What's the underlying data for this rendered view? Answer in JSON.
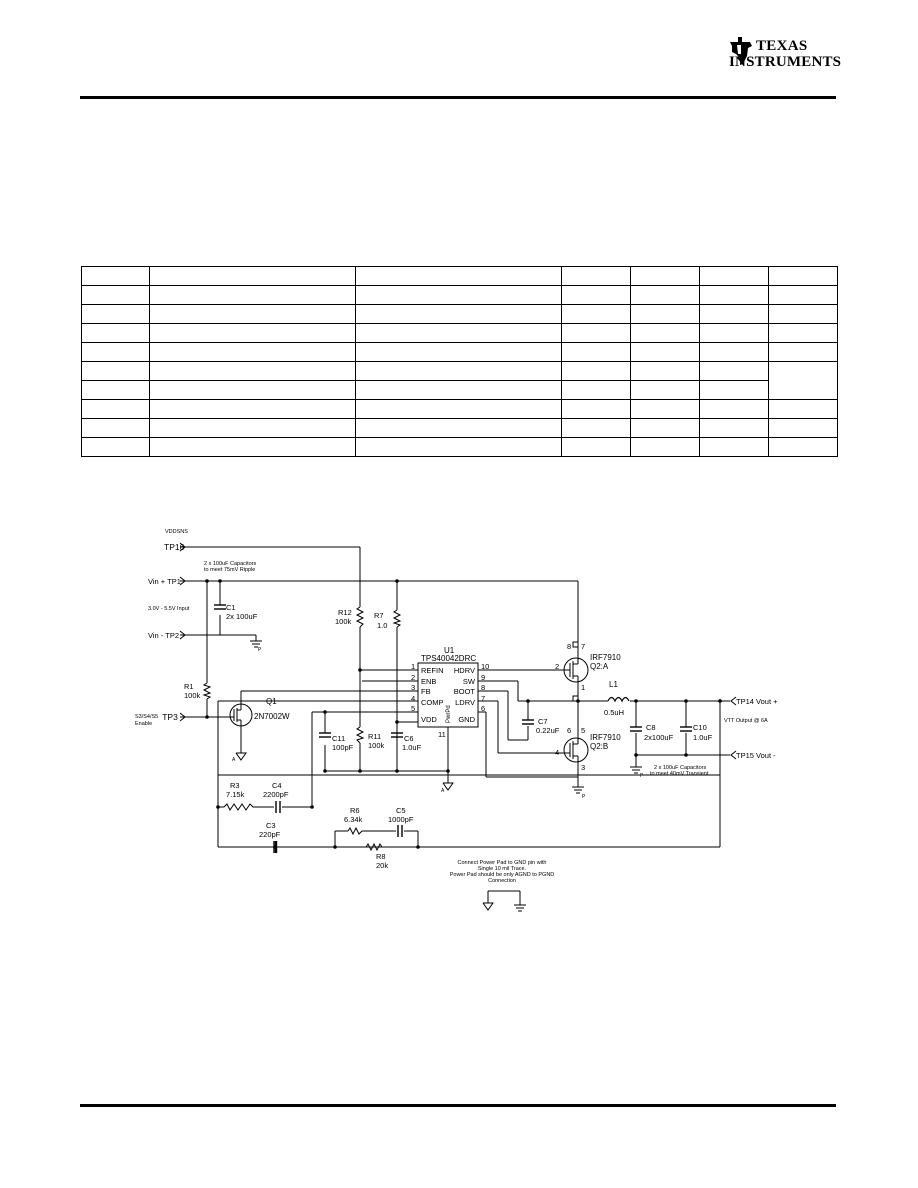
{
  "header": {
    "brand_line1": "TEXAS",
    "brand_line2": "INSTRUMENTS"
  },
  "table": {
    "rows": [
      [
        "",
        "",
        "",
        "",
        "",
        "",
        ""
      ],
      [
        "",
        "",
        "",
        "",
        "",
        "",
        ""
      ],
      [
        "",
        "",
        "",
        "",
        "",
        "",
        ""
      ],
      [
        "",
        "",
        "",
        "",
        "",
        "",
        ""
      ],
      [
        "",
        "",
        "",
        "",
        "",
        "",
        ""
      ],
      [
        "",
        "",
        "",
        "",
        "",
        "",
        ""
      ],
      [
        "",
        "",
        "",
        "",
        "",
        ""
      ],
      [
        "",
        "",
        "",
        "",
        "",
        "",
        ""
      ],
      [
        "",
        "",
        "",
        "",
        "",
        "",
        ""
      ],
      [
        "",
        "",
        "",
        "",
        "",
        "",
        ""
      ]
    ]
  },
  "schematic": {
    "net_vddsns": "VDDSNS",
    "tp16": "TP16",
    "tp1": "Vin + TP1",
    "tp2": "Vin - TP2",
    "tp3": "TP3",
    "tp14": "TP14 Vout +",
    "tp15": "TP15 Vout -",
    "enable_label_1": "S3/S4/S5",
    "enable_label_2": "Enable",
    "input_range": "3.0V - 5.5V Input",
    "note_input_1": "2 x 100uF Capacitors",
    "note_input_2": "to meet 75mV Ripple",
    "note_output_1": "2 x 100uF Capacitors",
    "note_output_2": "to meet 40mV Transient",
    "vtt_output": "VTT Output @ 6A",
    "note_pad_1": "Connect Power Pad to GND pin with",
    "note_pad_2": "Single 10 mil Trace.",
    "note_pad_3": "Power Pad should be only AGND to PGND",
    "note_pad_4": "Connection",
    "u1_ref": "U1",
    "u1_part": "TPS40042DRC",
    "u1_pins_left": [
      {
        "num": "1",
        "name": "REFIN"
      },
      {
        "num": "2",
        "name": "ENB"
      },
      {
        "num": "3",
        "name": "FB"
      },
      {
        "num": "4",
        "name": "COMP"
      },
      {
        "num": "5",
        "name": "VDD"
      }
    ],
    "u1_pins_right": [
      {
        "num": "10",
        "name": "HDRV"
      },
      {
        "num": "9",
        "name": "SW"
      },
      {
        "num": "8",
        "name": "BOOT"
      },
      {
        "num": "7",
        "name": "LDRV"
      },
      {
        "num": "6",
        "name": "GND"
      }
    ],
    "u1_pad_label": "PwrPd",
    "u1_pad_pin": "11",
    "c1": "C1",
    "c1_val": "2x 100uF",
    "r1": "R1",
    "r1_val": "100k",
    "q1": "Q1",
    "q1_val": "2N7002W",
    "r12": "R12",
    "r12_val": "100k",
    "r7": "R7",
    "r7_val": "1.0",
    "c11": "C11",
    "c11_val": "100pF",
    "r11": "R11",
    "r11_val": "100k",
    "c6": "C6",
    "c6_val": "1.0uF",
    "c7": "C7",
    "c7_val": "0.22uF",
    "q2a_ref": "IRF7910",
    "q2a_val": "Q2:A",
    "q2b_ref": "IRF7910",
    "q2b_val": "Q2:B",
    "q2a_pins": [
      "8",
      "7",
      "2",
      "1"
    ],
    "q2b_pins": [
      "6",
      "5",
      "4",
      "3"
    ],
    "l1": "L1",
    "l1_val": "0.5uH",
    "c8": "C8",
    "c8_val": "2x100uF",
    "c10": "C10",
    "c10_val": "1.0uF",
    "r3": "R3",
    "r3_val": "7.15k",
    "c4": "C4",
    "c4_val": "2200pF",
    "c3": "C3",
    "c3_val": "220pF",
    "r6": "R6",
    "r6_val": "6.34k",
    "c5": "C5",
    "c5_val": "1000pF",
    "r8": "R8",
    "r8_val": "20k",
    "gnd_p": "P",
    "gnd_a": "A"
  }
}
